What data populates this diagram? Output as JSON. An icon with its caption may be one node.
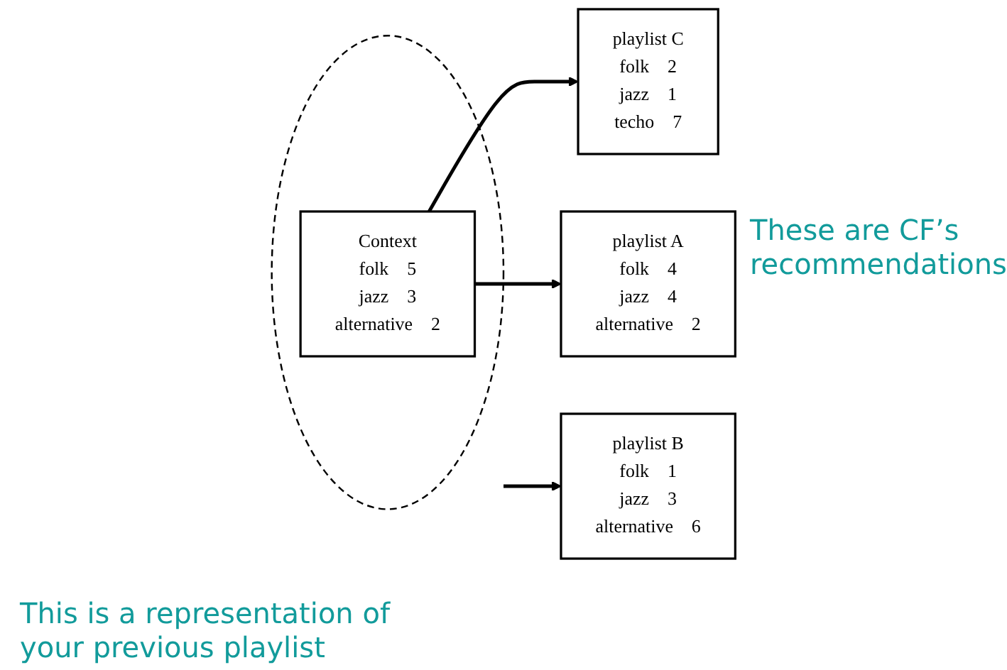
{
  "diagram": {
    "nodes": [
      {
        "text": [
          "playlist B",
          "folk",
          "1",
          "jazz",
          "3",
          "alternative",
          "6"
        ]
      },
      {
        "text": [
          "playlist C",
          "folk",
          "2",
          "jazz",
          "1",
          "techo",
          "7"
        ]
      },
      {
        "text": [],
        "shape": "circle"
      },
      {
        "text": [
          "Context",
          "folk",
          "5",
          "jazz",
          "3",
          "alternative",
          "2"
        ],
        "in": 2
      },
      {
        "text": [
          "playlist A",
          "folk",
          "4",
          "jazz",
          "4",
          "alternative",
          "2"
        ]
      }
    ],
    "edges": [
      {
        "from": 2,
        "to": 0,
        "arrow": "to"
      },
      {
        "from": 3,
        "to": 1,
        "arrow": "to"
      },
      {
        "from": 3,
        "to": 4,
        "arrow": "to"
      }
    ],
    "labels": [
      "These are CF’s recommendations",
      "This is a representation of your previous playlist"
    ]
  }
}
